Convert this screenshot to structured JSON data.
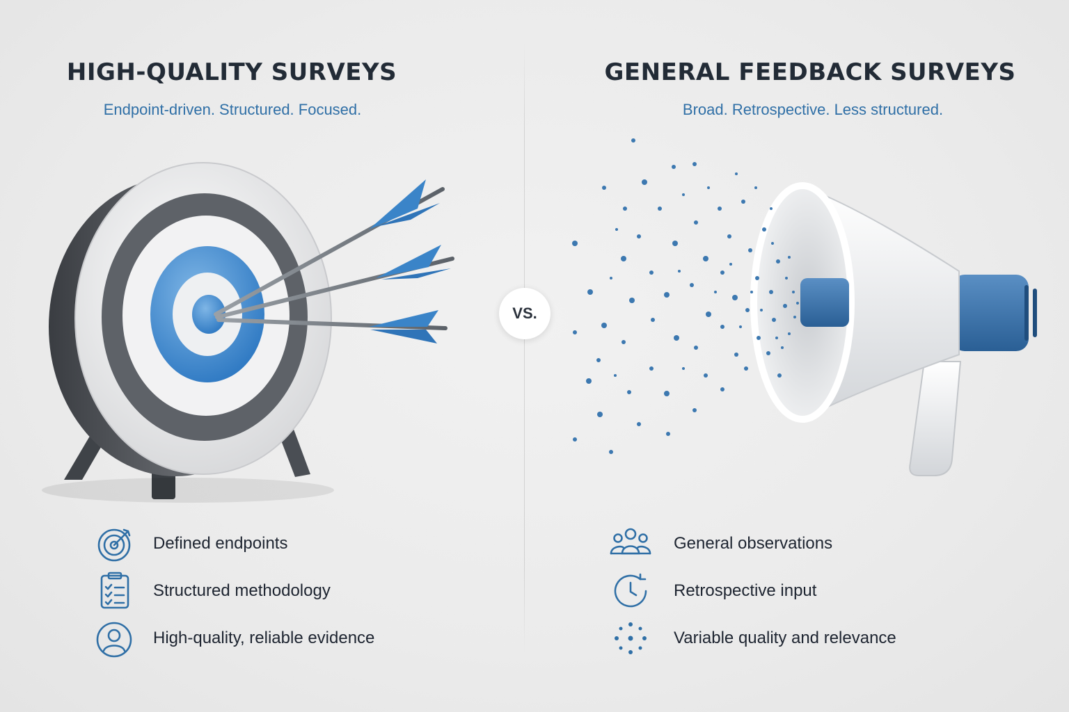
{
  "left": {
    "title": "HIGH-QUALITY SURVEYS",
    "subtitle": "Endpoint-driven. Structured. Focused.",
    "features": [
      {
        "icon": "target-icon",
        "label": "Defined endpoints"
      },
      {
        "icon": "clipboard-checklist-icon",
        "label": "Structured methodology"
      },
      {
        "icon": "user-badge-icon",
        "label": "High-quality, reliable evidence"
      }
    ]
  },
  "center": {
    "vs_label": "VS."
  },
  "right": {
    "title": "GENERAL FEEDBACK SURVEYS",
    "subtitle": "Broad. Retrospective. Less structured.",
    "features": [
      {
        "icon": "people-group-icon",
        "label": "General observations"
      },
      {
        "icon": "clock-history-icon",
        "label": "Retrospective input"
      },
      {
        "icon": "scattered-dots-icon",
        "label": "Variable quality and relevance"
      }
    ]
  },
  "colors": {
    "accent_blue": "#2f6fa6",
    "title_dark": "#222b36",
    "target_gray": "#5e6268",
    "background": "#ececec"
  }
}
